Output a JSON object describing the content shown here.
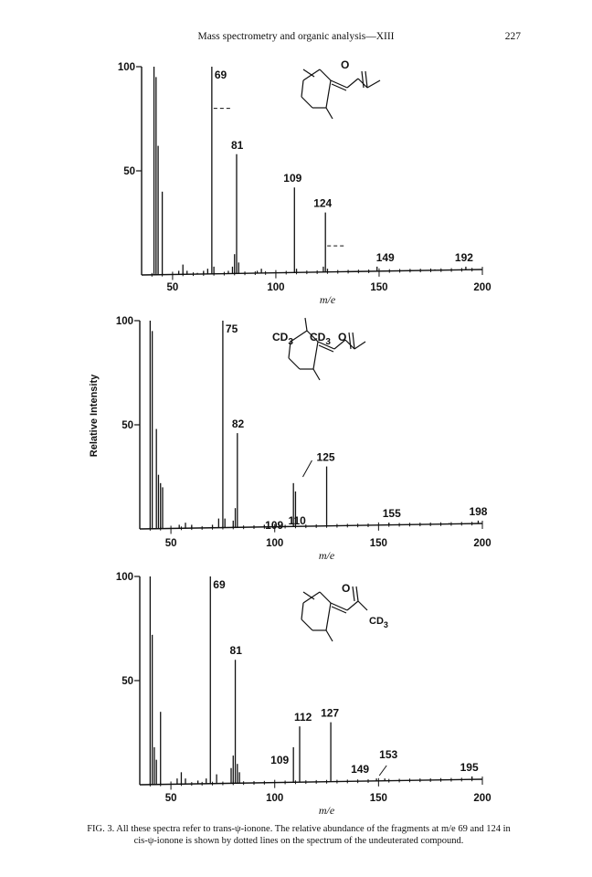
{
  "header": {
    "title": "Mass spectrometry and organic analysis—XIII",
    "page_number": "227"
  },
  "y_axis_label": "Relative Intensity",
  "caption": "FIG. 3. All these spectra refer to trans-ψ-ionone. The relative abundance of the fragments at m/e 69 and 124 in cis-ψ-ionone is shown by dotted lines on the spectrum of the undeuterated compound.",
  "chart_data": [
    {
      "type": "bar",
      "xlabel": "m/e",
      "xlim": [
        35,
        200
      ],
      "ylim": [
        0,
        100
      ],
      "x_ticks": [
        "50",
        "100",
        "150",
        "200"
      ],
      "y_ticks": [
        "100",
        "50"
      ],
      "structure_labels": [
        "O"
      ],
      "peaks": [
        {
          "x": 41,
          "y": 100
        },
        {
          "x": 42,
          "y": 95
        },
        {
          "x": 43,
          "y": 62
        },
        {
          "x": 45,
          "y": 40
        },
        {
          "x": 53,
          "y": 2
        },
        {
          "x": 55,
          "y": 5
        },
        {
          "x": 57,
          "y": 2
        },
        {
          "x": 62,
          "y": 1
        },
        {
          "x": 65,
          "y": 2
        },
        {
          "x": 67,
          "y": 3
        },
        {
          "x": 69,
          "y": 100
        },
        {
          "x": 70,
          "y": 4
        },
        {
          "x": 77,
          "y": 2
        },
        {
          "x": 79,
          "y": 4
        },
        {
          "x": 80,
          "y": 10
        },
        {
          "x": 81,
          "y": 58
        },
        {
          "x": 82,
          "y": 6
        },
        {
          "x": 91,
          "y": 2
        },
        {
          "x": 93,
          "y": 3
        },
        {
          "x": 109,
          "y": 42
        },
        {
          "x": 110,
          "y": 3
        },
        {
          "x": 123,
          "y": 4
        },
        {
          "x": 124,
          "y": 30
        },
        {
          "x": 125,
          "y": 3
        },
        {
          "x": 149,
          "y": 4
        },
        {
          "x": 177,
          "y": 1
        },
        {
          "x": 192,
          "y": 4
        }
      ],
      "peak_labels": [
        {
          "x": 69,
          "text": "69"
        },
        {
          "x": 81,
          "text": "81"
        },
        {
          "x": 109,
          "text": "109"
        },
        {
          "x": 124,
          "text": "124"
        },
        {
          "x": 149,
          "text": "149"
        },
        {
          "x": 192,
          "text": "192"
        }
      ],
      "dotted_marks": [
        {
          "x": 69,
          "y": 80
        },
        {
          "x": 124,
          "y": 14
        }
      ]
    },
    {
      "type": "bar",
      "xlabel": "m/e",
      "xlim": [
        35,
        200
      ],
      "ylim": [
        0,
        100
      ],
      "x_ticks": [
        "50",
        "100",
        "150",
        "200"
      ],
      "y_ticks": [
        "100",
        "50"
      ],
      "structure_labels": [
        "CD3",
        "CD3",
        "O"
      ],
      "peaks": [
        {
          "x": 40,
          "y": 100
        },
        {
          "x": 41,
          "y": 95
        },
        {
          "x": 43,
          "y": 48
        },
        {
          "x": 44,
          "y": 26
        },
        {
          "x": 45,
          "y": 22
        },
        {
          "x": 46,
          "y": 20
        },
        {
          "x": 54,
          "y": 2
        },
        {
          "x": 57,
          "y": 3
        },
        {
          "x": 60,
          "y": 2
        },
        {
          "x": 70,
          "y": 2
        },
        {
          "x": 73,
          "y": 5
        },
        {
          "x": 75,
          "y": 100
        },
        {
          "x": 76,
          "y": 5
        },
        {
          "x": 80,
          "y": 4
        },
        {
          "x": 81,
          "y": 10
        },
        {
          "x": 82,
          "y": 46
        },
        {
          "x": 95,
          "y": 2
        },
        {
          "x": 109,
          "y": 22
        },
        {
          "x": 110,
          "y": 18
        },
        {
          "x": 125,
          "y": 30
        },
        {
          "x": 155,
          "y": 3
        },
        {
          "x": 184,
          "y": 1
        },
        {
          "x": 198,
          "y": 4
        }
      ],
      "peak_labels": [
        {
          "x": 75,
          "text": "75"
        },
        {
          "x": 82,
          "text": "82"
        },
        {
          "x": 109,
          "text": "109"
        },
        {
          "x": 110,
          "text": "110"
        },
        {
          "x": 125,
          "text": "125"
        },
        {
          "x": 155,
          "text": "155"
        },
        {
          "x": 198,
          "text": "198"
        }
      ],
      "dotted_marks": []
    },
    {
      "type": "bar",
      "xlabel": "m/e",
      "xlim": [
        35,
        200
      ],
      "ylim": [
        0,
        100
      ],
      "x_ticks": [
        "50",
        "100",
        "150",
        "200"
      ],
      "y_ticks": [
        "100",
        "50"
      ],
      "structure_labels": [
        "O",
        "CD3"
      ],
      "peaks": [
        {
          "x": 40,
          "y": 100
        },
        {
          "x": 41,
          "y": 72
        },
        {
          "x": 42,
          "y": 18
        },
        {
          "x": 43,
          "y": 12
        },
        {
          "x": 45,
          "y": 35
        },
        {
          "x": 53,
          "y": 3
        },
        {
          "x": 55,
          "y": 6
        },
        {
          "x": 57,
          "y": 3
        },
        {
          "x": 63,
          "y": 2
        },
        {
          "x": 67,
          "y": 3
        },
        {
          "x": 69,
          "y": 100
        },
        {
          "x": 72,
          "y": 5
        },
        {
          "x": 79,
          "y": 8
        },
        {
          "x": 80,
          "y": 14
        },
        {
          "x": 81,
          "y": 60
        },
        {
          "x": 82,
          "y": 10
        },
        {
          "x": 83,
          "y": 6
        },
        {
          "x": 109,
          "y": 18
        },
        {
          "x": 112,
          "y": 28
        },
        {
          "x": 127,
          "y": 30
        },
        {
          "x": 149,
          "y": 3
        },
        {
          "x": 153,
          "y": 3
        },
        {
          "x": 180,
          "y": 1
        },
        {
          "x": 195,
          "y": 4
        }
      ],
      "peak_labels": [
        {
          "x": 69,
          "text": "69"
        },
        {
          "x": 81,
          "text": "81"
        },
        {
          "x": 109,
          "text": "109"
        },
        {
          "x": 112,
          "text": "112"
        },
        {
          "x": 127,
          "text": "127"
        },
        {
          "x": 149,
          "text": "149"
        },
        {
          "x": 153,
          "text": "153"
        },
        {
          "x": 195,
          "text": "195"
        }
      ],
      "dotted_marks": []
    }
  ]
}
